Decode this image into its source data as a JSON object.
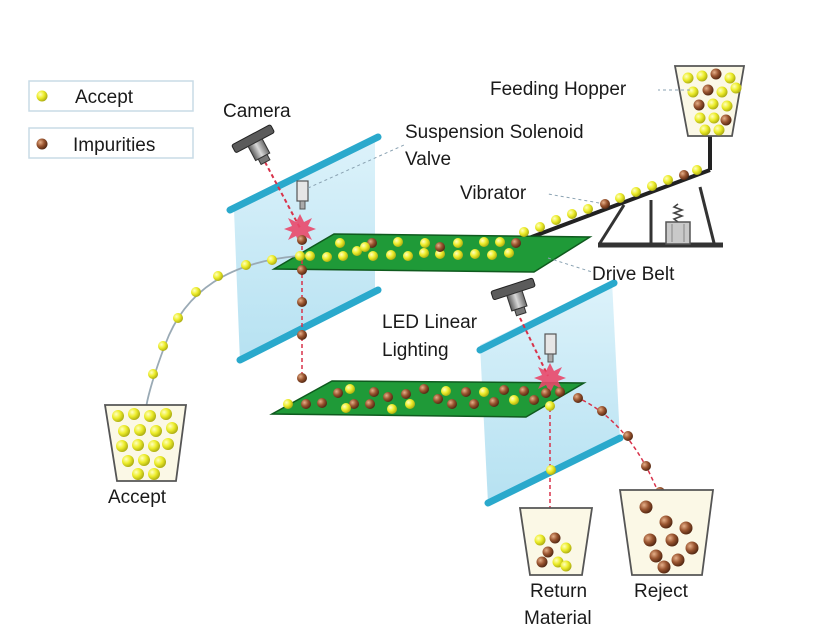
{
  "legend": {
    "accept": "Accept",
    "impurities": "Impurities"
  },
  "labels": {
    "camera": "Camera",
    "feeding_hopper": "Feeding Hopper",
    "solenoid_line1": "Suspension Solenoid",
    "solenoid_line2": "Valve",
    "vibrator": "Vibrator",
    "drive_belt": "Drive Belt",
    "led_line1": "LED Linear",
    "led_line2": "Lighting",
    "accept_bin": "Accept",
    "return_line1": "Return",
    "return_line2": "Material",
    "reject_bin": "Reject"
  },
  "colors": {
    "accept_grain": "#e8e81e",
    "impurity_grain": "#8b4a2a",
    "belt": "#1f9a38",
    "light_panel": "#bfe6f5",
    "lamp_bar": "#2aa9cc",
    "bin_fill": "#fbf8e6",
    "laser": "#d8324a"
  }
}
